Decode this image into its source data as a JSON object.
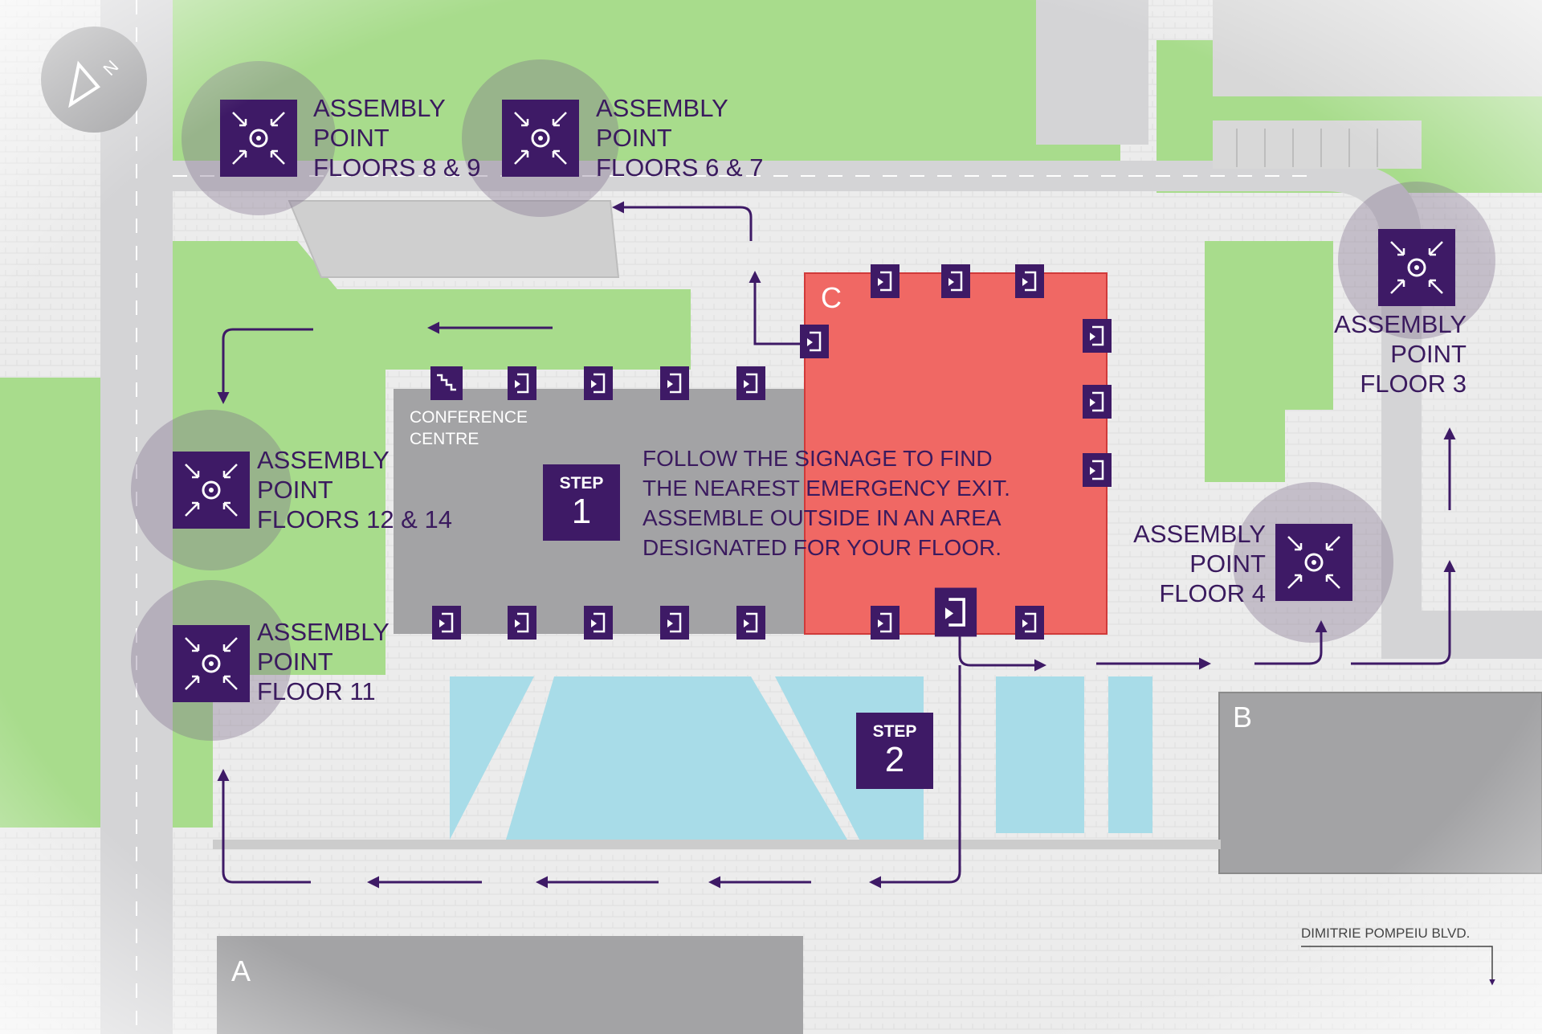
{
  "compass": {
    "label": "N",
    "icon": "north-arrow-icon"
  },
  "colors": {
    "accent": "#3e1a66",
    "building_c": "#f06864",
    "grass": "#a8dc8c",
    "water": "#a8dce8",
    "building": "#a3a3a5",
    "route": "#3e1a66"
  },
  "assembly_points": [
    {
      "id": "ap-8-9",
      "label": "ASSEMBLY\nPOINT\nFLOORS 8 & 9",
      "icon": "assembly-point-icon"
    },
    {
      "id": "ap-6-7",
      "label": "ASSEMBLY\nPOINT\nFLOORS 6 & 7",
      "icon": "assembly-point-icon"
    },
    {
      "id": "ap-3",
      "label": "ASSEMBLY\nPOINT\nFLOOR 3",
      "icon": "assembly-point-icon"
    },
    {
      "id": "ap-12-14",
      "label": "ASSEMBLY\nPOINT\nFLOORS 12 & 14",
      "icon": "assembly-point-icon"
    },
    {
      "id": "ap-4",
      "label": "ASSEMBLY\nPOINT\nFLOOR 4",
      "icon": "assembly-point-icon"
    },
    {
      "id": "ap-11",
      "label": "ASSEMBLY\nPOINT\nFLOOR 11",
      "icon": "assembly-point-icon"
    }
  ],
  "buildings": {
    "a": "A",
    "b": "B",
    "c": "C",
    "conference": "CONFERENCE\nCENTRE"
  },
  "steps": [
    {
      "word": "STEP",
      "number": "1"
    },
    {
      "word": "STEP",
      "number": "2"
    }
  ],
  "instruction": "FOLLOW THE SIGNAGE TO FIND\nTHE NEAREST EMERGENCY EXIT.\nASSEMBLE OUTSIDE IN AN AREA\nDESIGNATED FOR YOUR FLOOR.",
  "street": "DIMITRIE POMPEIU BLVD.",
  "icons": {
    "exit": "emergency-exit-icon",
    "stairs": "stairs-icon",
    "route": "evacuation-route-arrow"
  }
}
